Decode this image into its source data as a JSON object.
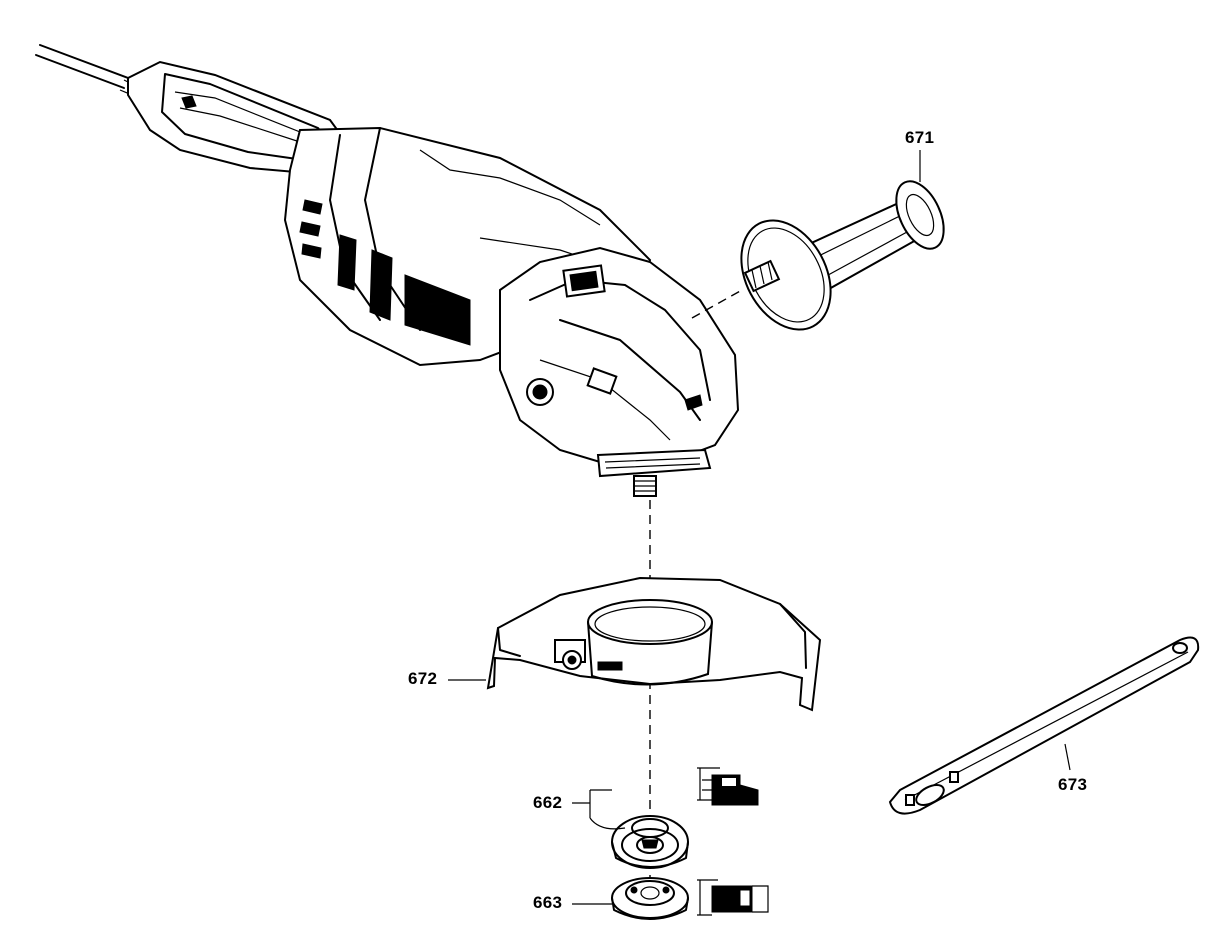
{
  "diagram": {
    "type": "exploded-parts-view",
    "parts": [
      {
        "id": "handle",
        "label": "671"
      },
      {
        "id": "guard",
        "label": "672"
      },
      {
        "id": "spanner",
        "label": "673"
      },
      {
        "id": "mounting-flange",
        "label": "662"
      },
      {
        "id": "clamping-nut",
        "label": "663"
      }
    ]
  }
}
